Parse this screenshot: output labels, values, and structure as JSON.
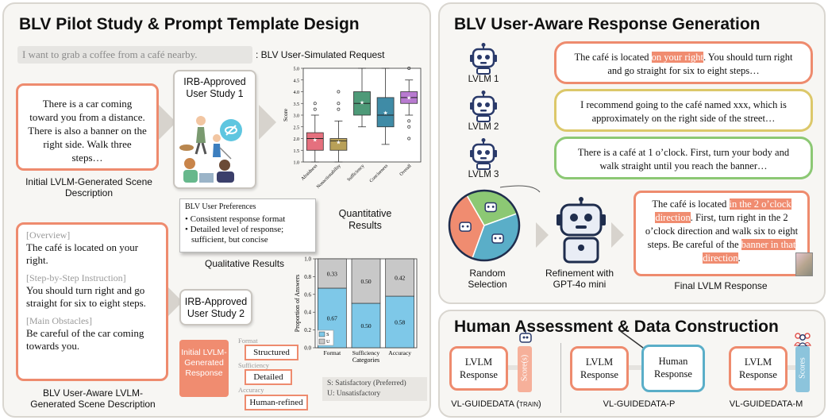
{
  "left_panel": {
    "title": "BLV Pilot Study & Prompt Template Design",
    "request_text": "I want to grab a coffee from a café nearby.",
    "request_label": ": BLV User-Simulated Request",
    "initial_description": "There is a car coming toward you from a distance. There is also a banner on the right side. Walk three steps…",
    "initial_caption": "Initial LVLM-Generated Scene Description",
    "study1_label": "IRB-Approved User Study 1",
    "preferences": {
      "title": "BLV User Preferences",
      "items": [
        "• Consistent response format",
        "• Detailed level of response; sufficient, but concise"
      ]
    },
    "quantitative_label": "Quantitative Results",
    "qualitative_label": "Qualitative Results",
    "aware_description": {
      "overview_header": "[Overview]",
      "overview_text": "The café is located on your right.",
      "steps_header": "[Step-by-Step Instruction]",
      "steps_text": "You should turn right and go straight for six to eight steps.",
      "obstacles_header": "[Main Obstacles]",
      "obstacles_text": "Be careful of the car coming towards you."
    },
    "aware_caption": "BLV User-Aware LVLM-Generated Scene Description",
    "study2_label": "IRB-Approved User Study 2",
    "initial_response_label": "Initial LVLM-Generated Response",
    "criteria": [
      {
        "name": "Format",
        "value": "Structured"
      },
      {
        "name": "Sufficiency",
        "value": "Detailed"
      },
      {
        "name": "Accuracy",
        "value": "Human-refined"
      }
    ],
    "legend_note_1": "S: Satisfactory (Preferred)",
    "legend_note_2": "U: Unsatisfactory"
  },
  "chart_data": [
    {
      "type": "box",
      "ylabel": "Score",
      "ylim": [
        1.0,
        5.0
      ],
      "yticks": [
        "1.0",
        "1.5",
        "2.0",
        "2.5",
        "3.0",
        "3.5",
        "4.0",
        "4.5",
        "5.0"
      ],
      "categories": [
        "Afraidness",
        "Nonactionability",
        "Sufficiency",
        "Conciseness",
        "Overall"
      ],
      "colors": [
        "#e5707e",
        "#b8a058",
        "#4e9a78",
        "#3f8ba6",
        "#b87ad0"
      ],
      "boxes": [
        {
          "min": 1.0,
          "q1": 1.5,
          "median": 2.0,
          "q3": 2.25,
          "max": 3.0,
          "mean": 1.95,
          "outliers": [
            3.25,
            3.5
          ]
        },
        {
          "min": 1.0,
          "q1": 1.5,
          "median": 1.9,
          "q3": 2.0,
          "max": 2.75,
          "mean": 1.85,
          "outliers": [
            3.25,
            3.5,
            4.0
          ]
        },
        {
          "min": 2.5,
          "q1": 3.0,
          "median": 3.5,
          "q3": 4.0,
          "max": 5.0,
          "mean": 3.55,
          "outliers": []
        },
        {
          "min": 1.75,
          "q1": 2.5,
          "median": 3.0,
          "q3": 3.75,
          "max": 5.0,
          "mean": 3.1,
          "outliers": []
        },
        {
          "min": 3.0,
          "q1": 3.5,
          "median": 3.75,
          "q3": 4.0,
          "max": 4.5,
          "mean": 3.75,
          "outliers": [
            2.75,
            2.5,
            2.0,
            5.0
          ]
        }
      ]
    },
    {
      "type": "bar",
      "stacked": true,
      "xlabel": "Categories",
      "ylabel": "Proportion of Answers",
      "ylim": [
        0.0,
        1.0
      ],
      "yticks": [
        "0.0",
        "0.2",
        "0.4",
        "0.6",
        "0.8",
        "1.0"
      ],
      "categories": [
        "Format",
        "Sufficiency",
        "Accuracy"
      ],
      "series": [
        {
          "name": "S",
          "color": "#7ec8e8",
          "values": [
            0.67,
            0.5,
            0.58
          ]
        },
        {
          "name": "U",
          "color": "#c8c8c8",
          "values": [
            0.33,
            0.5,
            0.42
          ]
        }
      ],
      "value_labels_s": [
        "0.67",
        "0.50",
        "0.58"
      ],
      "value_labels_u": [
        "0.33",
        "0.50",
        "0.42"
      ],
      "legend": "bottom-left"
    }
  ],
  "right_top": {
    "title": "BLV User-Aware Response Generation",
    "lvlms": [
      {
        "name": "LVLM 1",
        "color": "#ee8b6e",
        "pre": "The café is located ",
        "hl": "on your right",
        "post": ". You should turn right and go straight for six to eight steps…"
      },
      {
        "name": "LVLM 2",
        "color": "#dcc86a",
        "pre": "I recommend going to the café named xxx, which is approximately on the right side of the street…",
        "hl": "",
        "post": ""
      },
      {
        "name": "LVLM 3",
        "color": "#8cc874",
        "pre": "There is a café at 1 o’clock.  First, turn your body and walk straight until you reach the banner…",
        "hl": "",
        "post": ""
      }
    ],
    "random_label": "Random Selection",
    "refine_label": "Refinement with GPT-4o mini",
    "final": {
      "t1": "The café is located ",
      "h1": "in the 2 o’clock direction",
      "t2": ". First, turn right in the 2 o’clock direction and walk six to eight steps. Be careful of the ",
      "h2": "banner in that direction",
      "t3": "."
    },
    "final_label": "Final LVLM Response"
  },
  "right_bottom": {
    "title": "Human Assessment & Data Construction",
    "lvlm_response": "LVLM Response",
    "human_response": "Human Response",
    "score_label": "Score(s)",
    "scores_label": "Scores",
    "set1": "VL-GUIDEDATA (train)",
    "set2": "VL-GUIDEDATA-P",
    "set3": "VL-GUIDEDATA-M"
  }
}
